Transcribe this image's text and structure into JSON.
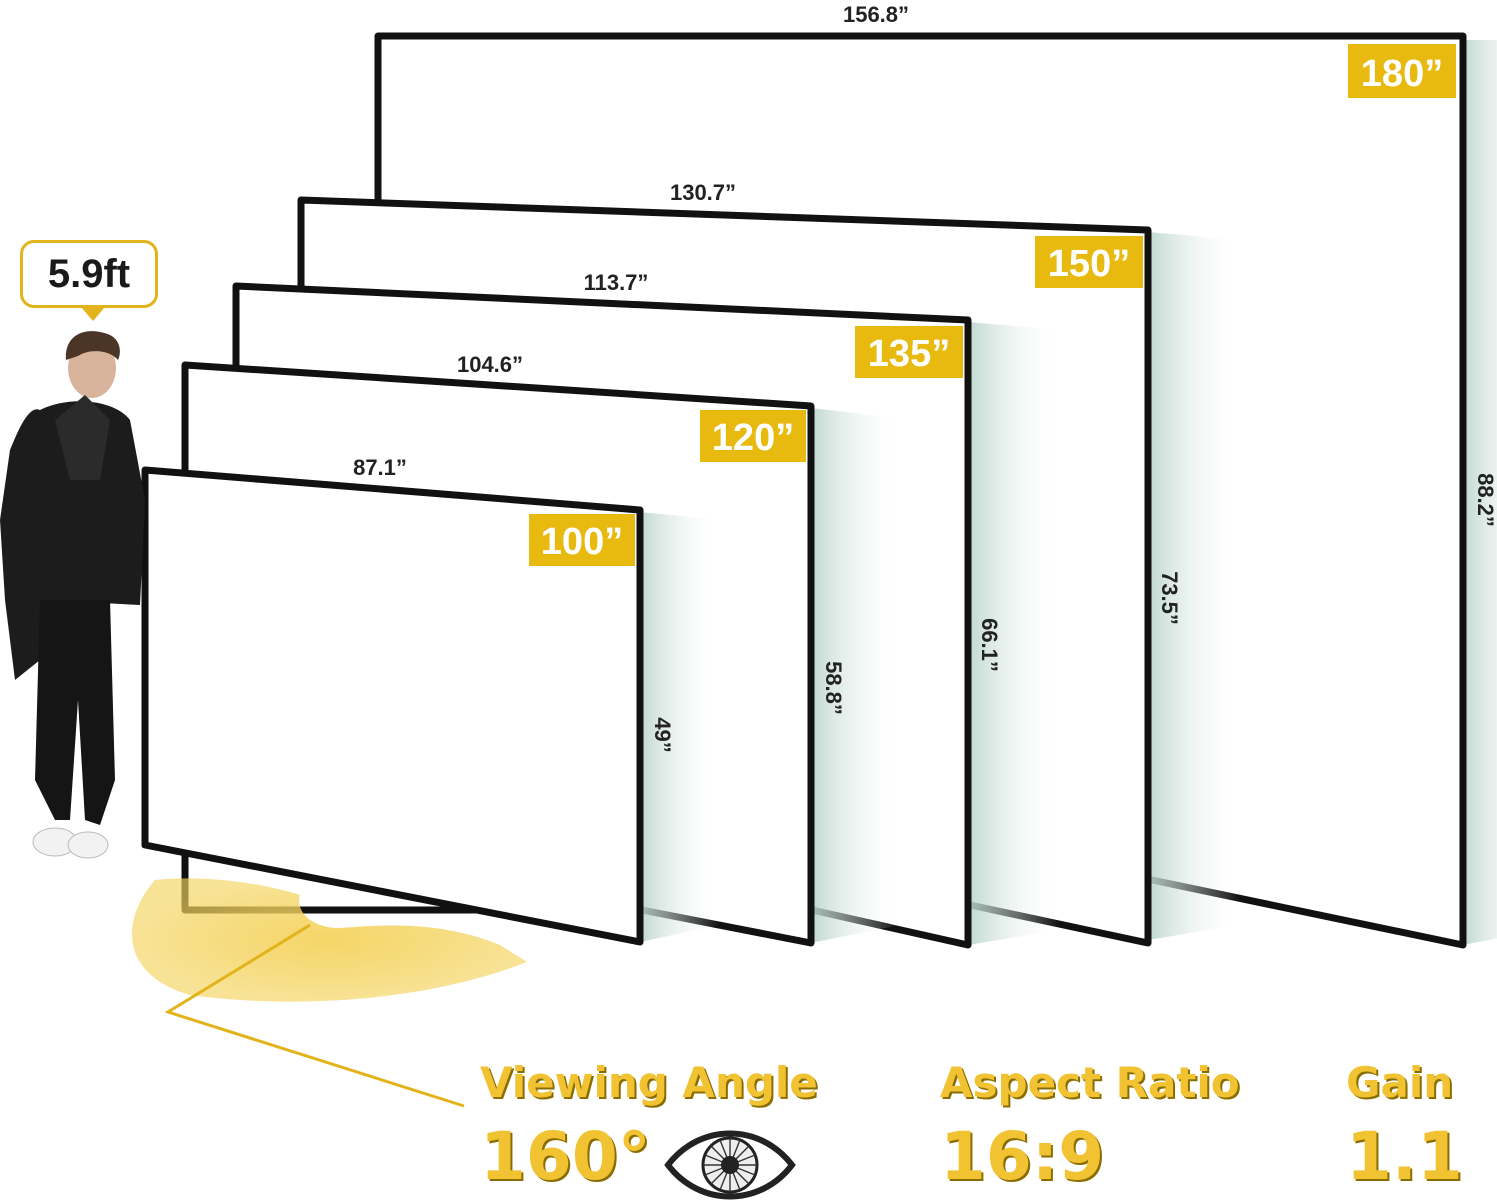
{
  "person": {
    "height_label": "5.9ft"
  },
  "screens": [
    {
      "size_label": "180”",
      "width_label": "156.8”",
      "height_label": "88.2”"
    },
    {
      "size_label": "150”",
      "width_label": "130.7”",
      "height_label": "73.5”"
    },
    {
      "size_label": "135”",
      "width_label": "113.7”",
      "height_label": "66.1”"
    },
    {
      "size_label": "120”",
      "width_label": "104.6”",
      "height_label": "58.8”"
    },
    {
      "size_label": "100”",
      "width_label": "87.1”",
      "height_label": "49”"
    }
  ],
  "specs": {
    "viewing_angle": {
      "label": "Viewing Angle",
      "value": "160°"
    },
    "aspect_ratio": {
      "label": "Aspect Ratio",
      "value": "16:9"
    },
    "gain": {
      "label": "Gain",
      "value": "1.1"
    }
  },
  "colors": {
    "accent": "#e8b90f",
    "accent_light": "#f6d76a",
    "frame": "#111111",
    "shadow": "#c9dcd6"
  },
  "icons": {
    "eye": "eye-icon"
  }
}
